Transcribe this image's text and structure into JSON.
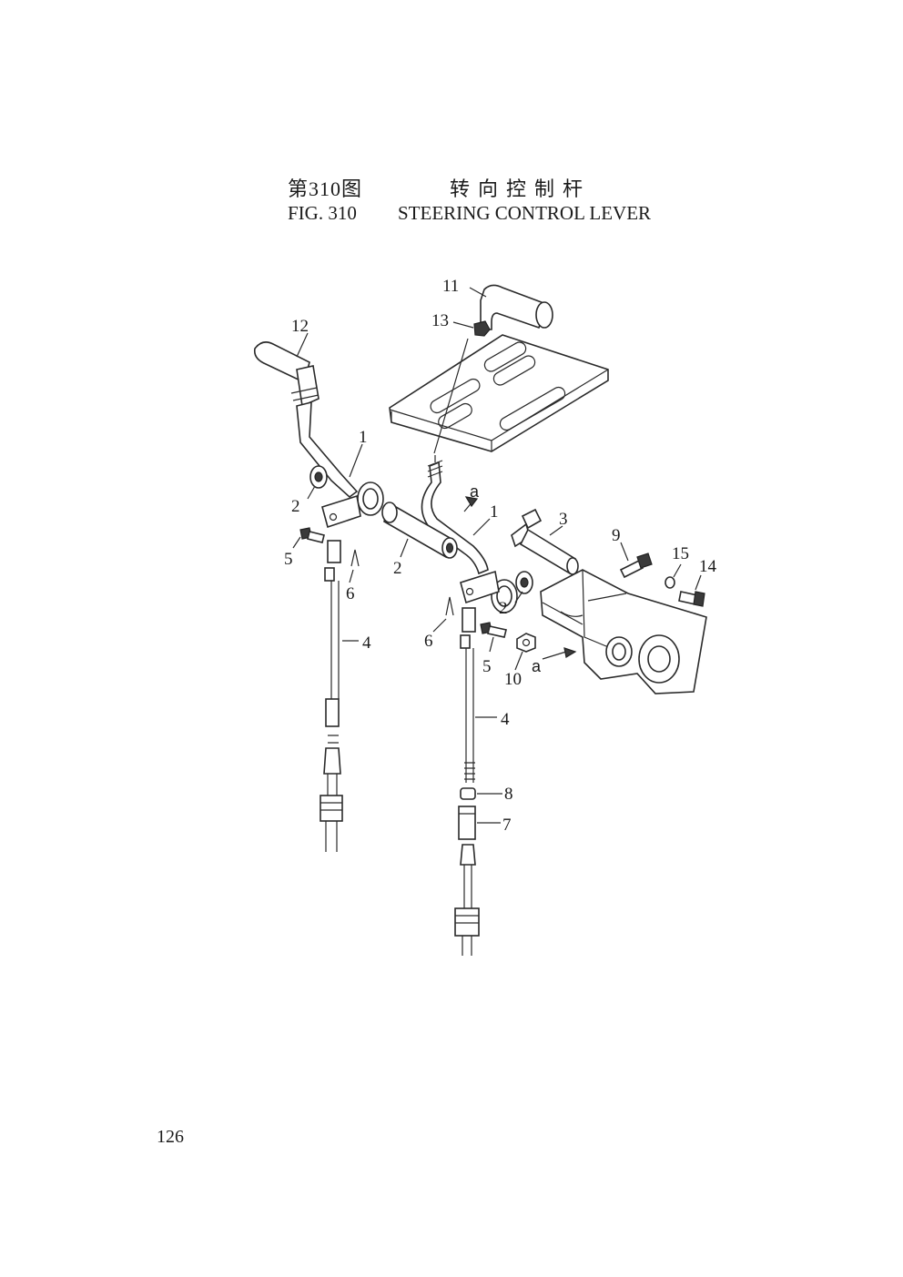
{
  "header": {
    "cn_fig": "第310图",
    "cn_name": "转向控制杆",
    "en_fig": "FIG. 310",
    "en_name": "STEERING CONTROL LEVER"
  },
  "callouts": {
    "n1": "1",
    "n2": "2",
    "n3": "3",
    "n4": "4",
    "n5": "5",
    "n6": "6",
    "n7": "7",
    "n8": "8",
    "n9": "9",
    "n10": "10",
    "n11": "11",
    "n12": "12",
    "n13": "13",
    "n14": "14",
    "n15": "15",
    "a": "a"
  },
  "page_number": "126"
}
